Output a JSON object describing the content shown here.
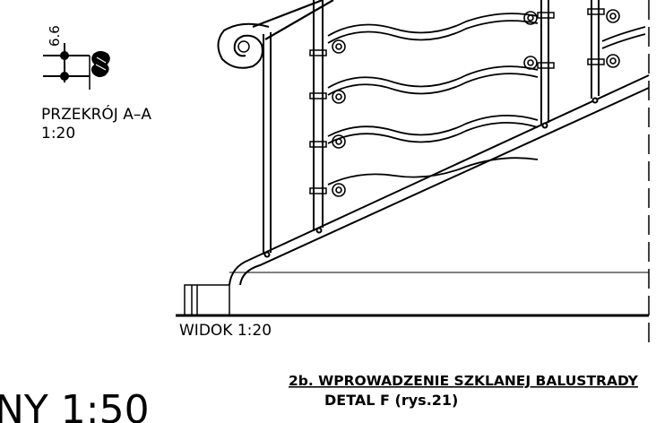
{
  "section": {
    "dimension": "6.6",
    "title": "PRZEKRÓJ A–A",
    "scale": "1:20"
  },
  "view": {
    "label": "WIDOK 1:20"
  },
  "detail": {
    "heading": "2b. WPROWADZENIE SZKLANEJ BALUSTRADY",
    "subheading": "DETAL F (rys.21)"
  },
  "fragment": {
    "text": "NY 1:50"
  }
}
